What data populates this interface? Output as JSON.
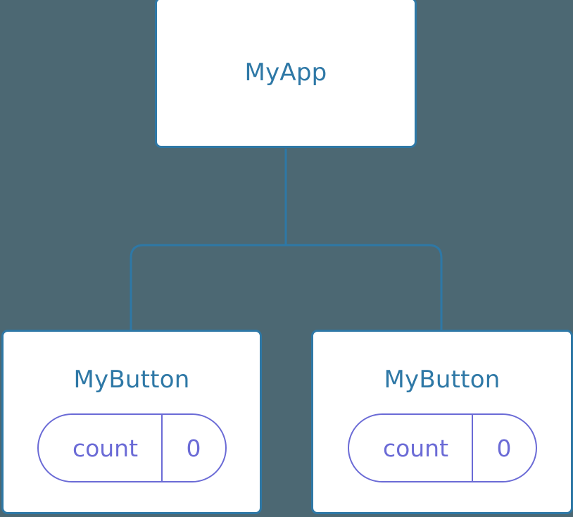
{
  "diagram": {
    "type": "component-tree",
    "background_color": "#4c6873",
    "node_fill": "#ffffff",
    "node_border_color": "#2e78a6",
    "edge_color": "#2e78a6",
    "prop_color": "#6b6bd6",
    "root": {
      "title": "MyApp"
    },
    "children": [
      {
        "title": "MyButton",
        "prop": {
          "key": "count",
          "value": "0"
        }
      },
      {
        "title": "MyButton",
        "prop": {
          "key": "count",
          "value": "0"
        }
      }
    ]
  }
}
